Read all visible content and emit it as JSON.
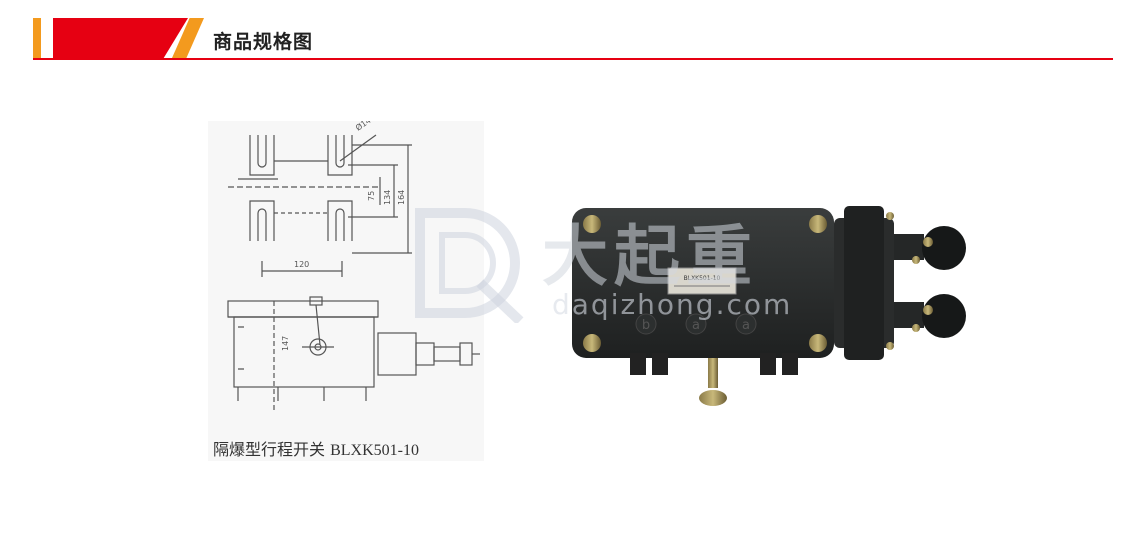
{
  "header": {
    "title": "商品规格图",
    "accent_red": "#e60012",
    "accent_orange": "#f39a1e"
  },
  "drawing": {
    "caption_name": "隔爆型行程开关",
    "caption_model": "BLXK501-10",
    "dimensions": [
      "Ø14",
      "120",
      "75",
      "134",
      "164",
      "147"
    ]
  },
  "watermark": {
    "brand_cn": "大起重",
    "brand_en": "daqizhong.com",
    "logo_icon": "dq-logo-icon"
  },
  "photo": {
    "nameplate_text": "BLXK501-10",
    "terminal_marks": [
      "b",
      "a",
      "a"
    ]
  }
}
